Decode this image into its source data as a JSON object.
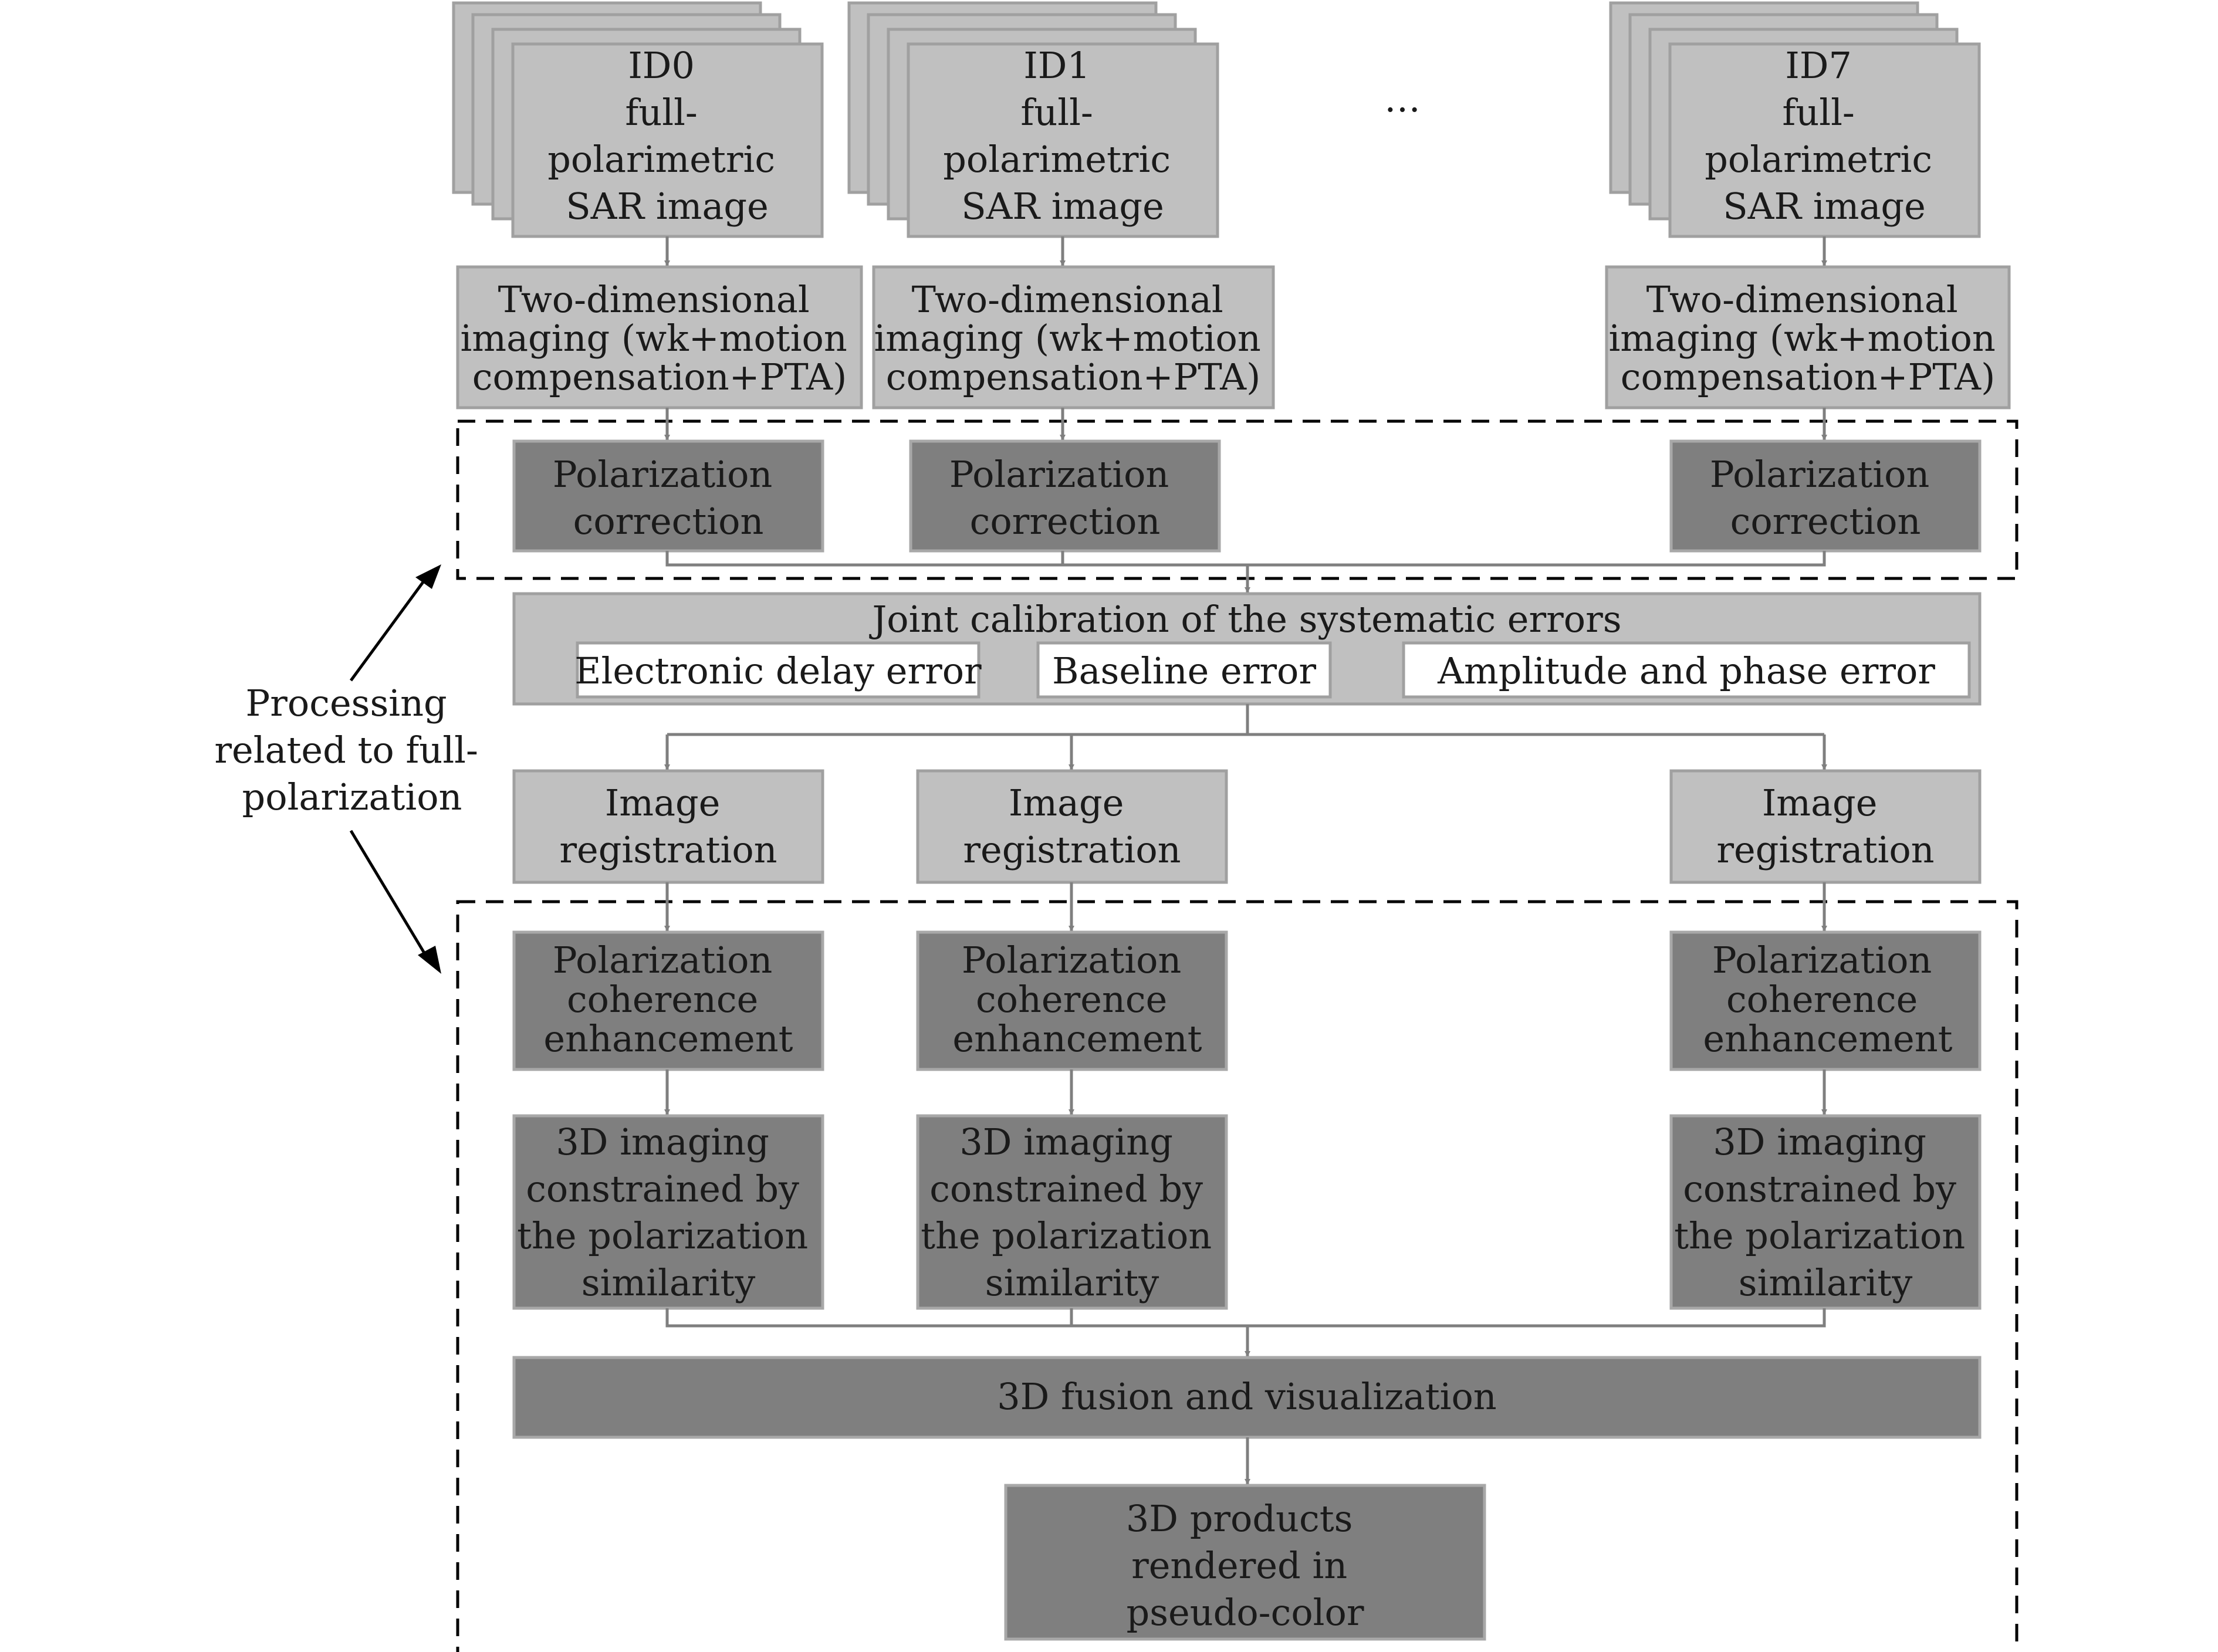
{
  "sources": [
    {
      "id": "ID0",
      "lines": [
        "ID0",
        "full-",
        "polarimetric",
        "SAR image"
      ]
    },
    {
      "id": "ID1",
      "lines": [
        "ID1",
        "full-",
        "polarimetric",
        "SAR image"
      ]
    },
    {
      "id": "ID7",
      "lines": [
        "ID7",
        "full-",
        "polarimetric",
        "SAR image"
      ]
    }
  ],
  "ellipsis": "…",
  "imaging": [
    "Two-dimensional",
    "imaging (wk+motion",
    "compensation+PTA)"
  ],
  "pol_correction": [
    "Polarization",
    "correction"
  ],
  "joint_calibration": {
    "title": "Joint calibration of the systematic errors",
    "errors": [
      "Electronic delay error",
      "Baseline error",
      "Amplitude and phase error"
    ]
  },
  "registration": [
    "Image",
    "registration"
  ],
  "coherence": [
    "Polarization",
    "coherence",
    "enhancement"
  ],
  "imaging3d": [
    "3D imaging",
    "constrained by",
    "the polarization",
    "similarity"
  ],
  "fusion": "3D fusion and visualization",
  "products": [
    "3D products",
    "rendered in",
    "pseudo-color"
  ],
  "side_label": [
    "Processing",
    "related to full-",
    "polarization"
  ],
  "colors": {
    "light_box": "#c0c0c0",
    "dark_box": "#7f7f7f",
    "connector": "#7f7f7f"
  }
}
